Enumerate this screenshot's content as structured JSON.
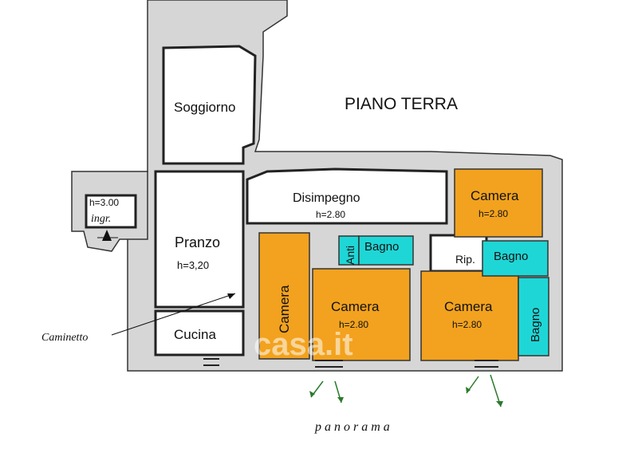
{
  "title": "PIANO TERRA",
  "rooms": {
    "soggiorno": {
      "name": "Soggiorno"
    },
    "pranzo": {
      "name": "Pranzo",
      "height": "h=3,20"
    },
    "cucina": {
      "name": "Cucina"
    },
    "disimpegno": {
      "name": "Disimpegno",
      "height": "h=2.80"
    },
    "camera_top_right": {
      "name": "Camera",
      "height": "h=2.80"
    },
    "camera_vertical": {
      "name": "Camera"
    },
    "camera_center": {
      "name": "Camera",
      "height": "h=2.80"
    },
    "camera_right": {
      "name": "Camera",
      "height": "h=2.80"
    },
    "anti": {
      "name": "Anti"
    },
    "bagno_center": {
      "name": "Bagno"
    },
    "rip": {
      "name": "Rip."
    },
    "bagno_right_top": {
      "name": "Bagno"
    },
    "bagno_right_vertical": {
      "name": "Bagno"
    },
    "entrance": {
      "height": "h=3.00",
      "label": "ingr."
    }
  },
  "annotations": {
    "caminetto": "Caminetto",
    "panorama": "p a n o r a m a"
  },
  "watermark": "casa.it",
  "colors": {
    "camera": "#f2a21e",
    "bagno": "#1fd6d6",
    "panorama_arrows": "#2a7a2a"
  }
}
